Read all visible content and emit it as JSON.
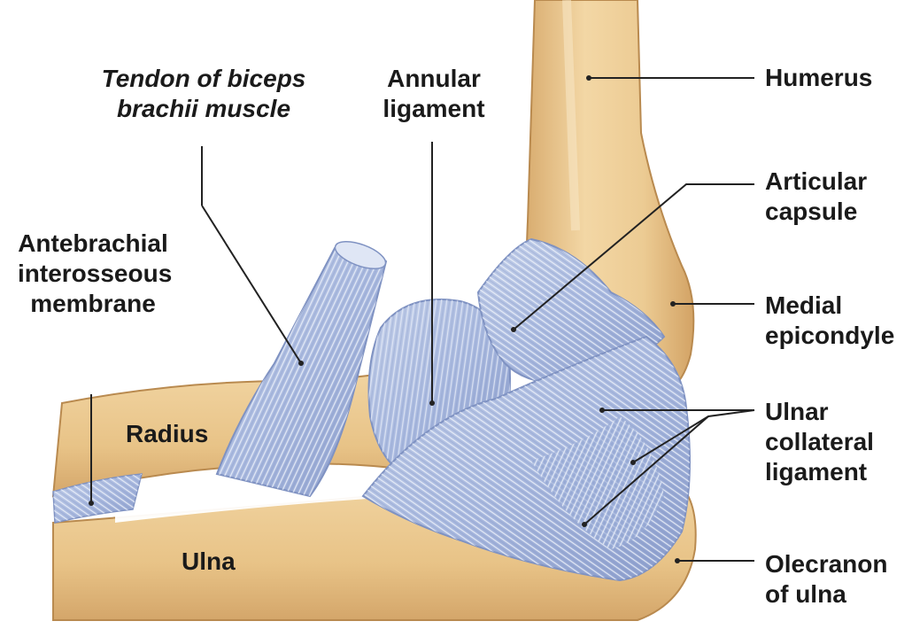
{
  "figure": {
    "labels": {
      "biceps_tendon": [
        "Tendon of biceps",
        "brachii muscle"
      ],
      "annular_ligament": [
        "Annular",
        "ligament"
      ],
      "humerus": [
        "Humerus"
      ],
      "articular_capsule": [
        "Articular",
        "capsule"
      ],
      "interosseous_membrane": [
        "Antebrachial",
        "interosseous",
        "membrane"
      ],
      "medial_epicondyle": [
        "Medial",
        "epicondyle"
      ],
      "ulnar_collateral_ligament": [
        "Ulnar",
        "collateral",
        "ligament"
      ],
      "radius": [
        "Radius"
      ],
      "ulna": [
        "Ulna"
      ],
      "olecranon": [
        "Olecranon",
        "of ulna"
      ]
    },
    "colors": {
      "bone": "#ecc88f",
      "bone_shadow": "#d7a96b",
      "ligament": "#aebde0",
      "ligament_dark": "#8fa2cf",
      "fiber": "#e8eefa",
      "leader_line": "#222222"
    }
  }
}
